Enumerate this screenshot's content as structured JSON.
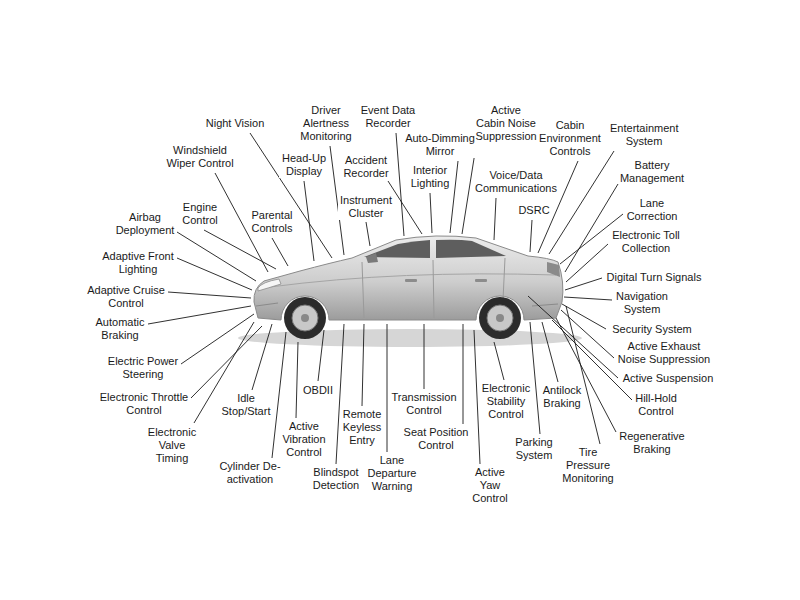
{
  "diagram": {
    "labels": [
      "Night Vision",
      "Windshield Wiper Control",
      "Head-Up Display",
      "Driver Alertness Monitoring",
      "Event Data Recorder",
      "Accident Recorder",
      "Instrument Cluster",
      "Auto-Dimming Mirror",
      "Interior Lighting",
      "Active Cabin Noise Suppression",
      "Voice/Data Communications",
      "Cabin Environment Controls",
      "DSRC",
      "Entertainment System",
      "Battery Management",
      "Lane Correction",
      "Electronic Toll Collection",
      "Digital Turn Signals",
      "Navigation System",
      "Security System",
      "Active Exhaust Noise Suppression",
      "Active Suspension",
      "Hill-Hold Control",
      "Regenerative Braking",
      "Tire Pressure Monitoring",
      "Parking System",
      "Antilock Braking",
      "Electronic Stability Control",
      "Active Yaw Control",
      "Seat Position Control",
      "Transmission Control",
      "Lane Departure Warning",
      "Remote Keyless Entry",
      "Blindspot Detection",
      "OBDII",
      "Active Vibration Control",
      "Idle Stop/Start",
      "Cylinder De-activation",
      "Electronic Valve Timing",
      "Electronic Throttle Control",
      "Electric Power Steering",
      "Automatic Braking",
      "Adaptive Cruise Control",
      "Adaptive Front Lighting",
      "Airbag Deployment",
      "Engine Control",
      "Parental Controls"
    ]
  }
}
